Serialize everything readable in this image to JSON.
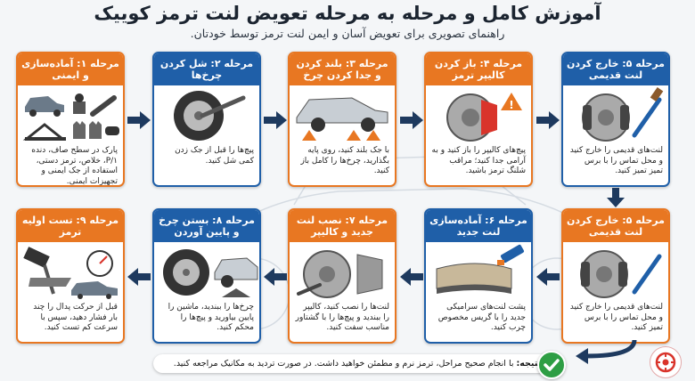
{
  "header": {
    "title": "آموزش کامل و مرحله به مرحله تعویض لنت ترمز کوییک",
    "subtitle": "راهنمای تصویری برای تعویض آسان و ایمن لنت ترمز توسط خودتان."
  },
  "steps": [
    {
      "header": "مرحله ۱: آماده‌سازی و ایمنی",
      "desc": "پارک در سطح صاف، دنده P/۱، خلاص، ترمز دستی، استفاده از جک ایمنی و تجهیزات ایمنی."
    },
    {
      "header": "مرحله ۲: شل کردن چرخ‌ها",
      "desc": "پیچ‌ها را قبل از جک زدن کمی شل کنید."
    },
    {
      "header": "مرحله ۳: بلند کردن و جدا کردن چرخ",
      "desc": "با جک بلند کنید، روی پایه بگذارید، چرخ‌ها را کامل باز کنید."
    },
    {
      "header": "مرحله ۴: باز کردن کالیپر ترمز",
      "desc": "پیچ‌های کالیپر را باز کنید و به آرامی جدا کنید؛ مراقب شلنگ ترمز باشید."
    },
    {
      "header": "مرحله ۵: خارج کردن لنت قدیمی",
      "desc": "لنت‌های قدیمی را خارج کنید و محل تماس را با برس تمیز تمیز کنید."
    },
    {
      "header": "مرحله ۵: خارج کردن لنت قدیمی",
      "desc": "لنت‌های قدیمی را خارج کنید و محل تماس را با برس تمیز کنید."
    },
    {
      "header": "مرحله ۶: آماده‌سازی لنت جدید",
      "desc": "پشت لنت‌های سرامیکی جدید را با گریس مخصوص چرب کنید."
    },
    {
      "header": "مرحله ۷: نصب لنت جدید و کالیپر",
      "desc": "لنت‌ها را نصب کنید، کالیپر را ببندید و پیچ‌ها را با گشتاور مناسب سفت کنید."
    },
    {
      "header": "مرحله ۸: بستن چرخ و پایین آوردن",
      "desc": "چرخ‌ها را ببندید، ماشین را پایین بیاورید و پیچ‌ها را محکم کنید."
    },
    {
      "header": "مرحله ۹: تست اولیه ترمز",
      "desc": "قبل از حرکت پدال را چند بار فشار دهید، سپس با سرعت کم تست کنید."
    }
  ],
  "footer": {
    "label": "نتیجه:",
    "text": "با انجام صحیح مراحل، ترمز نرم و مطمئن خواهید داشت. در صورت تردید به مکانیک مراجعه کنید."
  },
  "icons": [
    "parking-icon",
    "car-icon",
    "gear-shift-icon",
    "handbrake-icon",
    "jack-icon",
    "gloves-icon",
    "goggles-icon",
    "wheel-icon",
    "lug-wrench-icon",
    "jack-stand-icon",
    "brake-caliper-icon",
    "warning-icon",
    "brake-disc-icon",
    "brush-icon",
    "brake-pad-icon",
    "grease-tube-icon",
    "torque-wrench-icon",
    "brake-pedal-icon",
    "speedometer-icon",
    "check-icon",
    "logo-icon"
  ],
  "colors": {
    "orange": "#e87722",
    "blue": "#1f5fa8",
    "navy_arrow": "#1e3a5f",
    "check": "#2e9e44",
    "red": "#d9342b"
  }
}
